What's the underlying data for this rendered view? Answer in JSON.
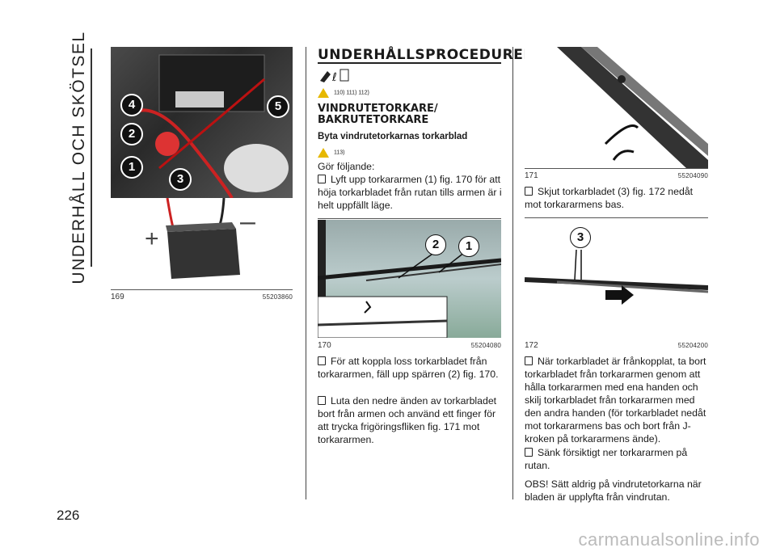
{
  "side_title": "UNDERHÅLL OCH SKÖTSEL",
  "page_number": "226",
  "figures": {
    "fig169": {
      "number": "169",
      "code": "55203860",
      "callouts": [
        "4",
        "2",
        "1",
        "3",
        "5"
      ],
      "plus_sign": "+",
      "minus_sign": "–"
    },
    "fig170": {
      "number": "170",
      "code": "55204080",
      "callouts": [
        "2",
        "1"
      ]
    },
    "fig171": {
      "number": "171",
      "code": "55204090"
    },
    "fig172": {
      "number": "172",
      "code": "55204200",
      "callouts": [
        "3"
      ]
    }
  },
  "section": {
    "title": "UNDERHÅLLSPROCEDURER",
    "warning_refs": "110)  111)  112)",
    "subtitle": "VINDRUTETORKARE/ BAKRUTETORKARE",
    "subsubtitle": "Byta vindrutetorkarnas torkarblad",
    "warning_refs2": "113)",
    "intro": "Gör följande:",
    "steps": [
      "Lyft upp torkararmen (1) fig. 170 för att höja torkarbladet från rutan tills armen är i helt uppfällt läge.",
      "För att koppla loss torkarbladet från torkararmen, fäll upp spärren (2) fig. 170.",
      "Luta den nedre änden av torkarbladet bort från armen och använd ett finger för att trycka frigöringsfliken fig. 171 mot torkararmen.",
      "Skjut torkarbladet (3) fig. 172 nedåt mot torkararmens bas.",
      "När torkarbladet är frånkopplat, ta bort torkarbladet från torkararmen genom att hålla torkararmen med ena handen och skilj torkarbladet från torkararmen med den andra handen (för torkarbladet nedåt mot torkararmens bas och bort från J-kroken på torkararmens ände).",
      "Sänk försiktigt ner torkararmen på rutan."
    ],
    "note": "OBS! Sätt aldrig på vindrutetorkarna när bladen är upplyfta från vindrutan."
  },
  "footer_watermark": "carmanualsonline.info"
}
